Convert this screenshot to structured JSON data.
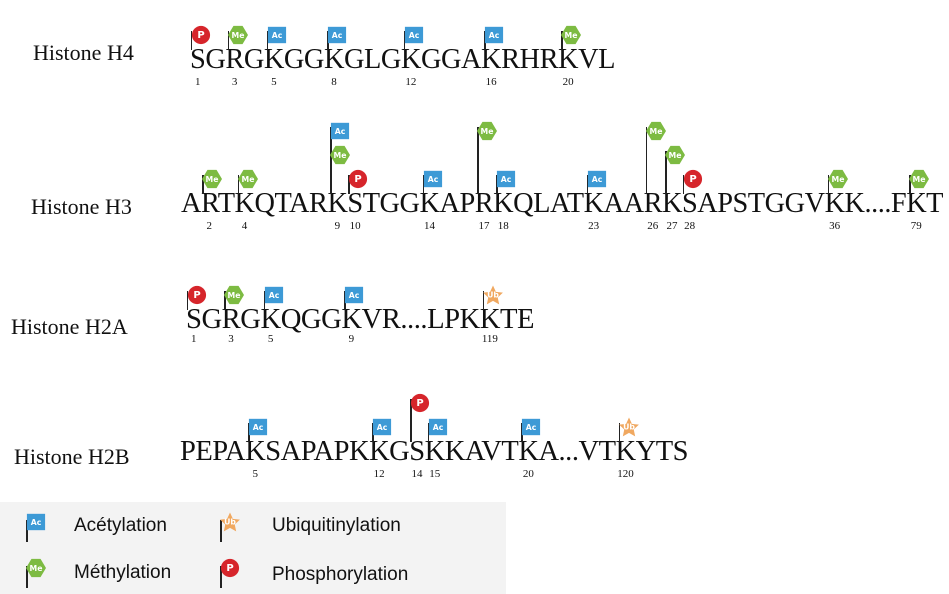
{
  "colors": {
    "acetylation": "#3d9ad6",
    "methylation": "#7dbb42",
    "phosphorylation": "#d6252b",
    "ubiquitinylation": "#f0a860",
    "stem": "#222222"
  },
  "icons": {
    "acetylation": "ac-flag-icon",
    "methylation": "me-hexagon-icon",
    "phosphorylation": "p-circle-icon",
    "ubiquitinylation": "ub-star-icon"
  },
  "rows": [
    {
      "name": "Histone H4",
      "sequence": "SGRGKGGKGLGKGGAKRHRKVL",
      "positions": [
        {
          "index": 0,
          "number": "1"
        },
        {
          "index": 2,
          "number": "3"
        },
        {
          "index": 4,
          "number": "5"
        },
        {
          "index": 7,
          "number": "8"
        },
        {
          "index": 11,
          "number": "12"
        },
        {
          "index": 15,
          "number": "16"
        },
        {
          "index": 19,
          "number": "20"
        }
      ],
      "marks": [
        {
          "index": 0,
          "type": "phosphorylation",
          "label": "P",
          "stack": 0
        },
        {
          "index": 2,
          "type": "methylation",
          "label": "Me",
          "stack": 0
        },
        {
          "index": 4,
          "type": "acetylation",
          "label": "Ac",
          "stack": 0
        },
        {
          "index": 7,
          "type": "acetylation",
          "label": "Ac",
          "stack": 0
        },
        {
          "index": 11,
          "type": "acetylation",
          "label": "Ac",
          "stack": 0
        },
        {
          "index": 15,
          "type": "acetylation",
          "label": "Ac",
          "stack": 0
        },
        {
          "index": 19,
          "type": "methylation",
          "label": "Me",
          "stack": 0
        }
      ]
    },
    {
      "name": "Histone H3",
      "sequence": "ARTKQTARKSTGGKAPRKQLATKAARKSAPSTGGVKK....FKT",
      "positions": [
        {
          "index": 1,
          "number": "2"
        },
        {
          "index": 3,
          "number": "4"
        },
        {
          "index": 8,
          "number": "9"
        },
        {
          "index": 9,
          "number": "10"
        },
        {
          "index": 13,
          "number": "14"
        },
        {
          "index": 16,
          "number": "17"
        },
        {
          "index": 17,
          "number": "18"
        },
        {
          "index": 22,
          "number": "23"
        },
        {
          "index": 25,
          "number": "26"
        },
        {
          "index": 26,
          "number": "27"
        },
        {
          "index": 27,
          "number": "28"
        },
        {
          "index": 35,
          "number": "36"
        },
        {
          "index": 42,
          "number": "79"
        }
      ],
      "marks": [
        {
          "index": 1,
          "type": "methylation",
          "label": "Me",
          "stack": 0
        },
        {
          "index": 3,
          "type": "methylation",
          "label": "Me",
          "stack": 0
        },
        {
          "index": 8,
          "type": "acetylation",
          "label": "Ac",
          "stack": 2
        },
        {
          "index": 8,
          "type": "methylation",
          "label": "Me",
          "stack": 1
        },
        {
          "index": 9,
          "type": "phosphorylation",
          "label": "P",
          "stack": 0
        },
        {
          "index": 13,
          "type": "acetylation",
          "label": "Ac",
          "stack": 0
        },
        {
          "index": 16,
          "type": "methylation",
          "label": "Me",
          "stack": 2
        },
        {
          "index": 17,
          "type": "acetylation",
          "label": "Ac",
          "stack": 0
        },
        {
          "index": 22,
          "type": "acetylation",
          "label": "Ac",
          "stack": 0
        },
        {
          "index": 25,
          "type": "methylation",
          "label": "Me",
          "stack": 2
        },
        {
          "index": 26,
          "type": "methylation",
          "label": "Me",
          "stack": 1
        },
        {
          "index": 27,
          "type": "phosphorylation",
          "label": "P",
          "stack": 0
        },
        {
          "index": 35,
          "type": "methylation",
          "label": "Me",
          "stack": 0
        },
        {
          "index": 42,
          "type": "methylation",
          "label": "Me",
          "stack": 0
        }
      ]
    },
    {
      "name": "Histone H2A",
      "sequence": "SGRGKQGGKVR....LPKKTE",
      "positions": [
        {
          "index": 0,
          "number": "1"
        },
        {
          "index": 2,
          "number": "3"
        },
        {
          "index": 4,
          "number": "5"
        },
        {
          "index": 8,
          "number": "9"
        },
        {
          "index": 18,
          "number": "119"
        }
      ],
      "marks": [
        {
          "index": 0,
          "type": "phosphorylation",
          "label": "P",
          "stack": 0
        },
        {
          "index": 2,
          "type": "methylation",
          "label": "Me",
          "stack": 0
        },
        {
          "index": 4,
          "type": "acetylation",
          "label": "Ac",
          "stack": 0
        },
        {
          "index": 8,
          "type": "acetylation",
          "label": "Ac",
          "stack": 0
        },
        {
          "index": 18,
          "type": "ubiquitinylation",
          "label": "Ub",
          "stack": 0
        }
      ]
    },
    {
      "name": "Histone H2B",
      "sequence": "PEPAKSAPAPKKGSKKAVTKA...VTKYTS",
      "positions": [
        {
          "index": 4,
          "number": "5"
        },
        {
          "index": 11,
          "number": "12"
        },
        {
          "index": 13,
          "number": "14"
        },
        {
          "index": 14,
          "number": "15"
        },
        {
          "index": 19,
          "number": "20"
        },
        {
          "index": 26,
          "number": "120"
        }
      ],
      "marks": [
        {
          "index": 4,
          "type": "acetylation",
          "label": "Ac",
          "stack": 0
        },
        {
          "index": 11,
          "type": "acetylation",
          "label": "Ac",
          "stack": 0
        },
        {
          "index": 13,
          "type": "phosphorylation",
          "label": "P",
          "stack": 1
        },
        {
          "index": 14,
          "type": "acetylation",
          "label": "Ac",
          "stack": 0
        },
        {
          "index": 19,
          "type": "acetylation",
          "label": "Ac",
          "stack": 0
        },
        {
          "index": 26,
          "type": "ubiquitinylation",
          "label": "Ub",
          "stack": 0
        }
      ]
    }
  ],
  "legend": [
    {
      "type": "acetylation",
      "label": "Ac",
      "text": "Acétylation"
    },
    {
      "type": "ubiquitinylation",
      "label": "Ub",
      "text": "Ubiquitinylation"
    },
    {
      "type": "methylation",
      "label": "Me",
      "text": "Méthylation"
    },
    {
      "type": "phosphorylation",
      "label": "P",
      "text": "Phosphorylation"
    }
  ]
}
